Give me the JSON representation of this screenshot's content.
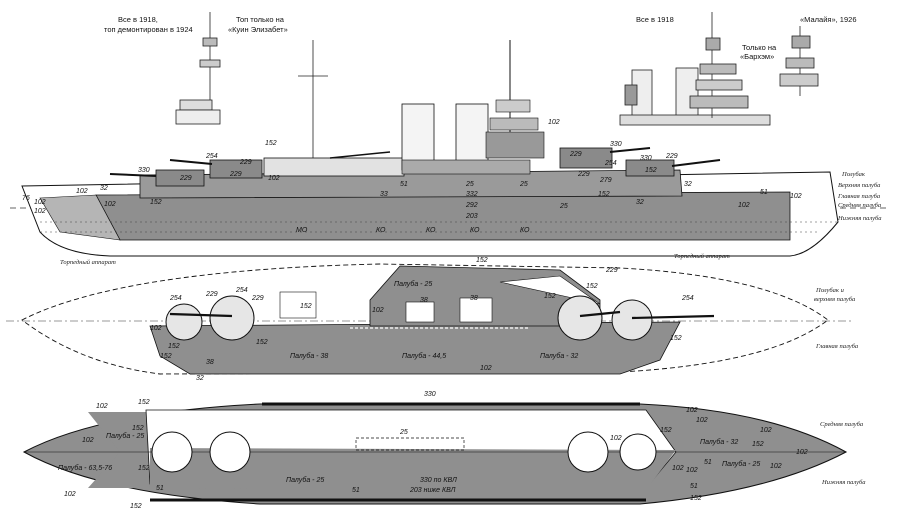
{
  "notes": {
    "all1918_a": "Все в 1918,",
    "all1918_b": "топ демонтирован в 1924",
    "top_qe_a": "Топ только на",
    "top_qe_b": "«Куин Элизабет»",
    "all1918_c": "Все в 1918",
    "malaya": "«Малайя», 1926",
    "barham_a": "Только на",
    "barham_b": "«Бархэм»"
  },
  "deck_labels": {
    "forecastle": "Полубак",
    "upper": "Верхняя палуба",
    "main": "Главная палуба",
    "middle": "Средняя палуба",
    "lower": "Нижняя палуба",
    "fc_upper_a": "Полубак и",
    "fc_upper_b": "верхняя палуба",
    "main2": "Главная палуба",
    "middle2": "Средняя палуба",
    "lower2": "Нижняя палуба"
  },
  "torpedo": {
    "fore": "Торпедный аппарат",
    "aft": "Торпедный аппарат"
  },
  "profile": {
    "armor": [
      "330",
      "229",
      "254",
      "229",
      "102",
      "152",
      "102",
      "76",
      "102",
      "32",
      "152",
      "330",
      "279",
      "152",
      "25",
      "32",
      "102",
      "51",
      "102",
      "102",
      "229",
      "102",
      "229",
      "330",
      "229",
      "254",
      "229",
      "152",
      "25",
      "32",
      "102"
    ],
    "compartments": [
      "МО",
      "КО",
      "КО",
      "КО",
      "КО"
    ],
    "center_nums": [
      "332",
      "292",
      "25",
      "203",
      "51",
      "33"
    ]
  },
  "plan1": {
    "deck_fc": "Палуба - 25",
    "deck_main_a": "Палуба - 38",
    "deck_main_b": "Палуба - 44,5",
    "deck_main_c": "Палуба - 32",
    "nums": [
      "152",
      "229",
      "254",
      "229",
      "102",
      "152",
      "152",
      "102",
      "38",
      "38",
      "152",
      "32",
      "229",
      "254",
      "102",
      "152",
      "152",
      "38",
      "152",
      "254",
      "152"
    ]
  },
  "plan2": {
    "top": "330",
    "deck_fwd": "Палуба - 25",
    "deck_fwd2": "Палуба - 63,5-76",
    "deck_mid": "Палуба - 25",
    "deck_aft": "Палуба - 32",
    "deck_aft2": "Палуба - 25",
    "center_a": "330 по КВЛ",
    "center_b": "203 ниже КВЛ",
    "nums": [
      "102",
      "152",
      "152",
      "102",
      "102",
      "152",
      "102",
      "102",
      "152",
      "25",
      "102",
      "152",
      "102",
      "102",
      "152",
      "102",
      "51",
      "51",
      "51",
      "51",
      "152",
      "102",
      "102"
    ]
  },
  "colors": {
    "armor": "#8f8f8f",
    "line": "#111111",
    "background": "#ffffff"
  }
}
